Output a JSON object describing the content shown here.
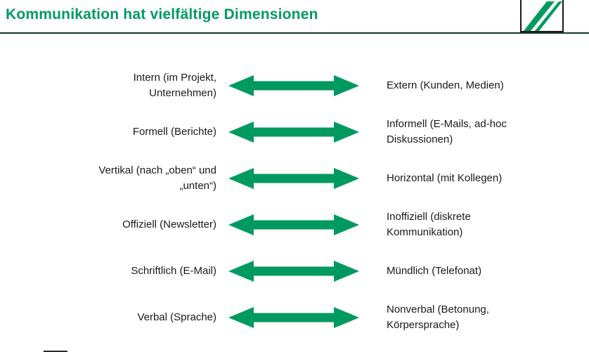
{
  "slide": {
    "title": "Kommunikation hat vielfältige Dimensionen"
  },
  "colors": {
    "accent_green": "#009a60",
    "divider": "#14382b",
    "text": "#1a1a1a"
  },
  "icons": {
    "arrow": "double-headed-arrow-icon",
    "logo": "green-diagonal-stripe-logo"
  },
  "rows": [
    {
      "left": "Intern (im Projekt,\nUnternehmen)",
      "right": "Extern (Kunden, Medien)"
    },
    {
      "left": "Formell (Berichte)",
      "right": "Informell (E-Mails, ad-hoc\nDiskussionen)"
    },
    {
      "left": "Vertikal (nach „oben“ und\n„unten“)",
      "right": "Horizontal (mit Kollegen)"
    },
    {
      "left": "Offiziell (Newsletter)",
      "right": "Inoffiziell (diskrete\nKommunikation)"
    },
    {
      "left": "Schriftlich (E-Mail)",
      "right": "Mündlich (Telefonat)"
    },
    {
      "left": "Verbal (Sprache)",
      "right": "Nonverbal (Betonung,\nKörpersprache)"
    }
  ]
}
